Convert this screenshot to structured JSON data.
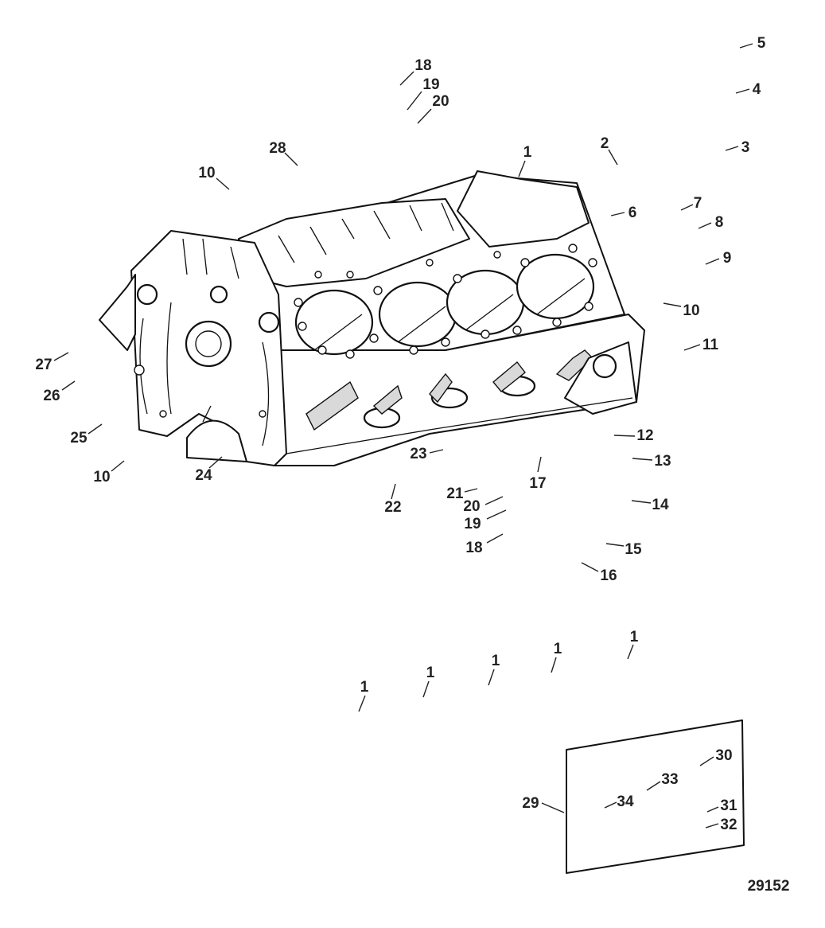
{
  "figure_id": "29152",
  "callouts": [
    {
      "id": "c1",
      "text": "1"
    },
    {
      "id": "c2",
      "text": "2"
    },
    {
      "id": "c3",
      "text": "3"
    },
    {
      "id": "c4",
      "text": "4"
    },
    {
      "id": "c5",
      "text": "5"
    },
    {
      "id": "c6",
      "text": "6"
    },
    {
      "id": "c7",
      "text": "7"
    },
    {
      "id": "c8",
      "text": "8"
    },
    {
      "id": "c9",
      "text": "9"
    },
    {
      "id": "c10a",
      "text": "10"
    },
    {
      "id": "c10b",
      "text": "10"
    },
    {
      "id": "c10c",
      "text": "10"
    },
    {
      "id": "c11",
      "text": "11"
    },
    {
      "id": "c12",
      "text": "12"
    },
    {
      "id": "c13",
      "text": "13"
    },
    {
      "id": "c14",
      "text": "14"
    },
    {
      "id": "c15",
      "text": "15"
    },
    {
      "id": "c16",
      "text": "16"
    },
    {
      "id": "c17",
      "text": "17"
    },
    {
      "id": "c18a",
      "text": "18"
    },
    {
      "id": "c18b",
      "text": "18"
    },
    {
      "id": "c19a",
      "text": "19"
    },
    {
      "id": "c19b",
      "text": "19"
    },
    {
      "id": "c20a",
      "text": "20"
    },
    {
      "id": "c20b",
      "text": "20"
    },
    {
      "id": "c21",
      "text": "21"
    },
    {
      "id": "c22",
      "text": "22"
    },
    {
      "id": "c23",
      "text": "23"
    },
    {
      "id": "c24",
      "text": "24"
    },
    {
      "id": "c25",
      "text": "25"
    },
    {
      "id": "c26",
      "text": "26"
    },
    {
      "id": "c27",
      "text": "27"
    },
    {
      "id": "c28",
      "text": "28"
    },
    {
      "id": "c1b",
      "text": "1"
    },
    {
      "id": "c1c",
      "text": "1"
    },
    {
      "id": "c1d",
      "text": "1"
    },
    {
      "id": "c1e",
      "text": "1"
    },
    {
      "id": "c1f",
      "text": "1"
    },
    {
      "id": "c29",
      "text": "29"
    },
    {
      "id": "c30",
      "text": "30"
    },
    {
      "id": "c31",
      "text": "31"
    },
    {
      "id": "c32",
      "text": "32"
    },
    {
      "id": "c33",
      "text": "33"
    },
    {
      "id": "c34",
      "text": "34"
    }
  ]
}
